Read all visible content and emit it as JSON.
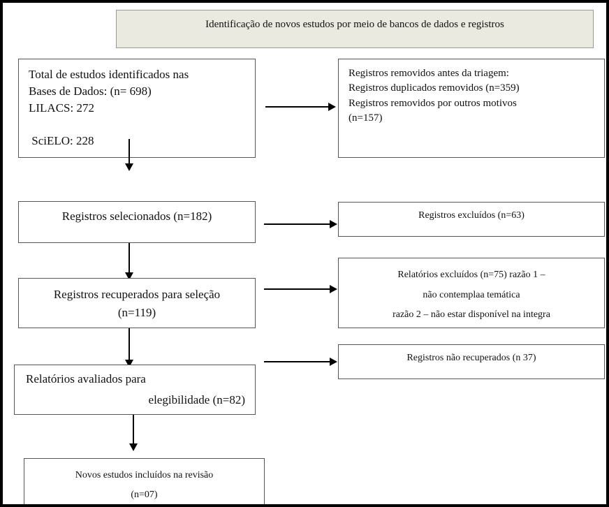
{
  "diagram": {
    "title": "Identificação de novos estudos por meio de bancos de dados e registros",
    "header": {
      "label": "Identificação de novos estudos por meio de bancos de dados e registros"
    },
    "boxes": {
      "identified": {
        "name": "total-identified-box",
        "lines": [
          "Total de estudos identificados nas",
          "Bases de Dados: (n= 698)",
          "LILACS: 272",
          "",
          " SciELO: 228"
        ]
      },
      "removed_before_screening": {
        "name": "records-removed-box",
        "lines": [
          "Registros removidos antes da triagem:",
          "Registros duplicados removidos (n=359)",
          "Registros removidos por outros motivos",
          "(n=157)"
        ]
      },
      "screened": {
        "name": "records-screened-box",
        "lines": [
          "Registros selecionados (n=182)"
        ]
      },
      "excluded": {
        "name": "records-excluded-box",
        "lines": [
          "Registros excluídos (n=63)"
        ]
      },
      "sought_retrieval": {
        "name": "records-sought-retrieval-box",
        "lines": [
          "Registros recuperados para seleção",
          "(n=119)"
        ]
      },
      "reports_excluded": {
        "name": "reports-excluded-box",
        "lines": [
          "Relatórios excluídos (n=75) razão 1 –",
          "não contemplaa temática",
          "razão 2 – não estar disponível na integra"
        ]
      },
      "not_retrieved": {
        "name": "records-not-retrieved-box",
        "lines": [
          "Registros não recuperados (n 37)"
        ]
      },
      "assessed_eligibility": {
        "name": "reports-assessed-eligibility-box",
        "line_1": "Relatórios avaliados para",
        "line_2": "elegibilidade (n=82)"
      },
      "included": {
        "name": "new-studies-included-box",
        "lines": [
          "Novos estudos incluídos na revisão",
          "(n=07)"
        ]
      }
    },
    "arrows": [
      {
        "name": "arrow-identified-to-removed",
        "direction": "right"
      },
      {
        "name": "arrow-identified-to-screened",
        "direction": "down"
      },
      {
        "name": "arrow-screened-to-excluded",
        "direction": "right"
      },
      {
        "name": "arrow-screened-to-sought",
        "direction": "down"
      },
      {
        "name": "arrow-sought-to-reports-excluded",
        "direction": "right"
      },
      {
        "name": "arrow-sought-to-assessed",
        "direction": "down"
      },
      {
        "name": "arrow-assessed-to-not-retrieved",
        "direction": "right"
      },
      {
        "name": "arrow-assessed-to-included",
        "direction": "down"
      }
    ],
    "colors": {
      "header_fill": "#EAEAE1",
      "box_border": "#555555",
      "arrow": "#000000",
      "outer_border": "#000000",
      "page_background": "#FFFFFF"
    }
  }
}
